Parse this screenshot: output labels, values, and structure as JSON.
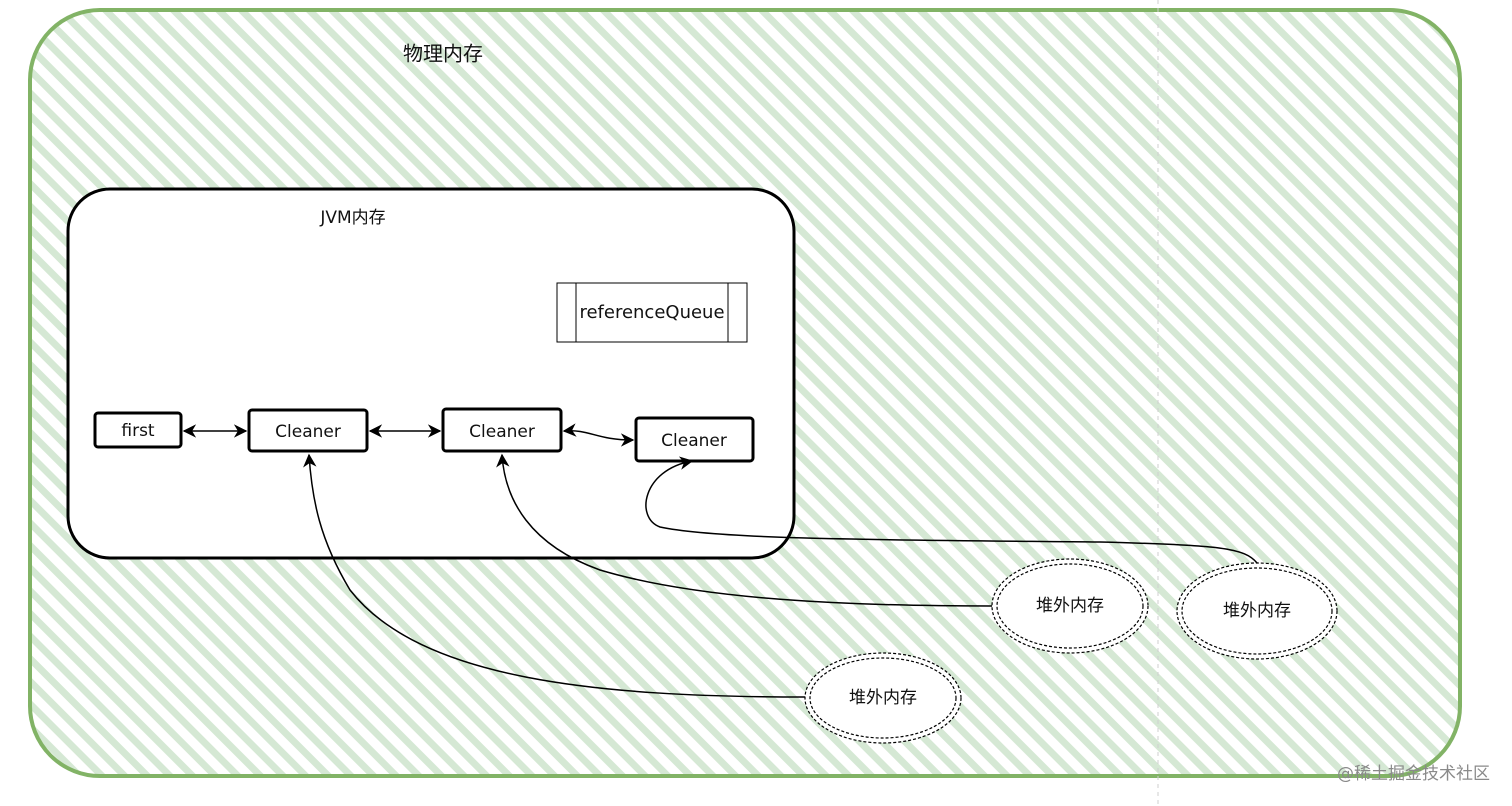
{
  "diagram": {
    "physical_memory": {
      "label": "物理内存"
    },
    "jvm_memory": {
      "label": "JVM内存"
    },
    "reference_queue": {
      "label": "referenceQueue"
    },
    "first": {
      "label": "first"
    },
    "cleaners": [
      {
        "label": "Cleaner"
      },
      {
        "label": "Cleaner"
      },
      {
        "label": "Cleaner"
      }
    ],
    "off_heap": [
      {
        "label": "堆外内存"
      },
      {
        "label": "堆外内存"
      },
      {
        "label": "堆外内存"
      }
    ]
  },
  "watermark": "@稀土掘金技术社区",
  "colors": {
    "outer_border": "#82b366",
    "hatch": "#d5e8d4",
    "stroke": "#000000"
  }
}
